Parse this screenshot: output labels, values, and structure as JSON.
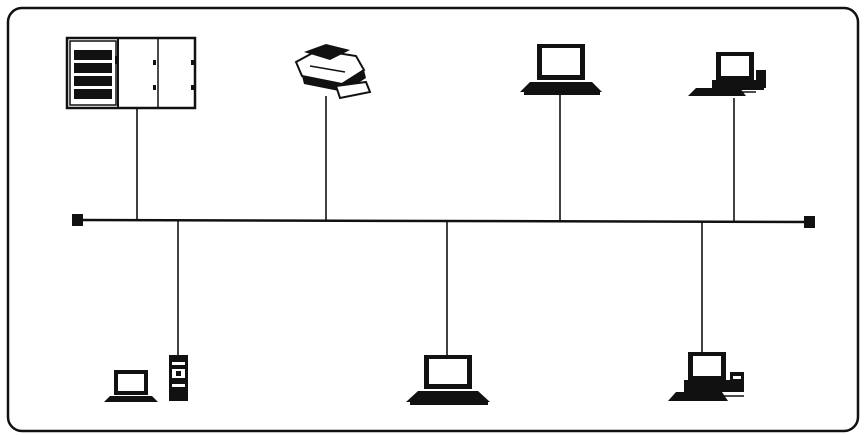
{
  "diagram": {
    "type": "bus-topology",
    "bus": {
      "terminators": 2
    },
    "nodes": [
      {
        "id": "server-cabinet",
        "kind": "server-cabinet",
        "side": "top"
      },
      {
        "id": "printer",
        "kind": "printer",
        "side": "top"
      },
      {
        "id": "laptop-top",
        "kind": "laptop",
        "side": "top"
      },
      {
        "id": "workstation-top",
        "kind": "desktop-computer",
        "side": "top"
      },
      {
        "id": "laptop-tower",
        "kind": "laptop-with-tower",
        "side": "bottom"
      },
      {
        "id": "laptop-bottom",
        "kind": "laptop",
        "side": "bottom"
      },
      {
        "id": "desktop-bottom",
        "kind": "desktop-computer",
        "side": "bottom"
      }
    ]
  }
}
